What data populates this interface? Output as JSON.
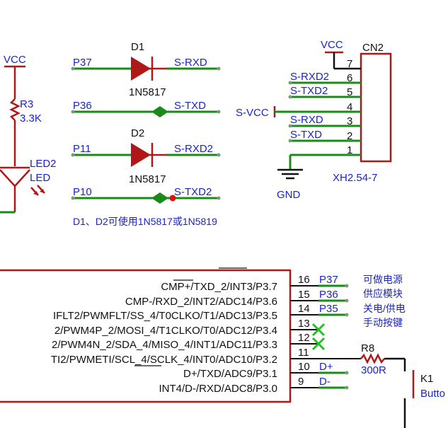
{
  "power": {
    "vcc_left": "VCC",
    "vcc_cn2": "VCC",
    "s_vcc": "S-VCC",
    "gnd": "GND"
  },
  "resistor_r3": {
    "ref": "R3",
    "value": "3.3K"
  },
  "led2": {
    "ref": "LED2",
    "value": "LED"
  },
  "d1": {
    "ref": "D1",
    "part": "1N5817",
    "left_net": "P37",
    "right_net": "S-RXD"
  },
  "row_p36": {
    "left_net": "P36",
    "right_net": "S-TXD"
  },
  "d2": {
    "ref": "D2",
    "part": "1N5817",
    "left_net": "P11",
    "right_net": "S-RXD2"
  },
  "row_p10": {
    "left_net": "P10",
    "right_net": "S-TXD2"
  },
  "note": "D1、D2可使用1N5817或1N5819",
  "cn2": {
    "ref": "CN2",
    "footprint": "XH2.54-7",
    "pins": [
      {
        "num": "7",
        "net": ""
      },
      {
        "num": "6",
        "net": "S-RXD2"
      },
      {
        "num": "5",
        "net": "S-TXD2"
      },
      {
        "num": "4",
        "net": ""
      },
      {
        "num": "3",
        "net": "S-RXD"
      },
      {
        "num": "2",
        "net": "S-TXD"
      },
      {
        "num": "1",
        "net": ""
      }
    ]
  },
  "mcu": {
    "pins": [
      {
        "num": "16",
        "func": "CMP+/TXD_2/INT3/P3.7",
        "net": "P37"
      },
      {
        "num": "15",
        "func": "CMP-/RXD_2/INT2/ADC14/P3.6",
        "net": "P36"
      },
      {
        "num": "14",
        "func": "IFLT2/PWMFLT/SS_4/T0CLKO/T1/ADC13/P3.5",
        "net": "P35"
      },
      {
        "num": "13",
        "func": "2/PWM4P_2/MOSI_4/T1CLKO/T0/ADC12/P3.4",
        "net": ""
      },
      {
        "num": "12",
        "func": "2/PWM4N_2/SDA_4/MISO_4/INT1/ADC11/P3.3",
        "net": ""
      },
      {
        "num": "11",
        "func": "TI2/PWMETI/SCL_4/SCLK_4/INT0/ADC10/P3.2",
        "net": ""
      },
      {
        "num": "10",
        "func": "D+/TXD/ADC9/P3.1",
        "net": "D+"
      },
      {
        "num": "9",
        "func": "INT4/D-/RXD/ADC8/P3.0",
        "net": "D-"
      }
    ]
  },
  "side_note": [
    "可做电源",
    "供应模块",
    "关电/供电",
    "手动按键"
  ],
  "r8": {
    "ref": "R8",
    "value": "300R"
  },
  "k1": {
    "ref": "K1",
    "label": "Butto"
  }
}
